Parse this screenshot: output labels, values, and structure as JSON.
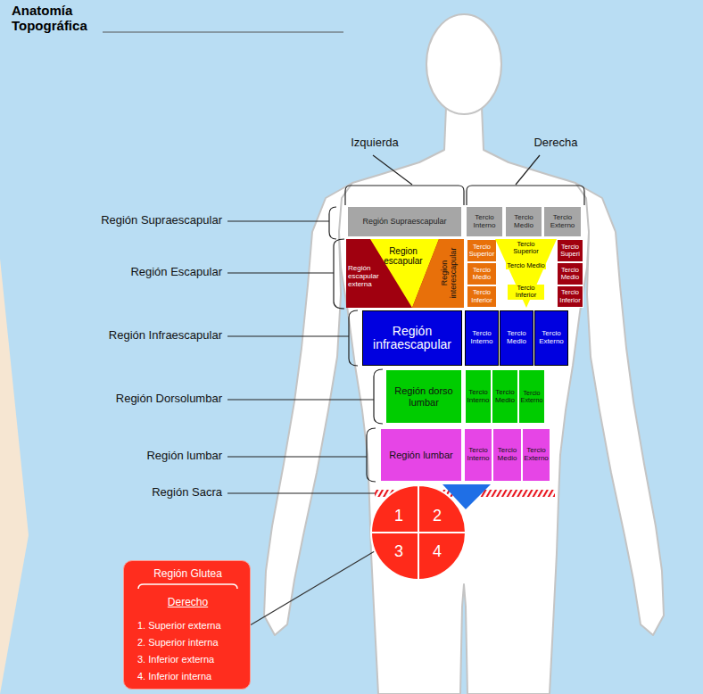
{
  "diagram": {
    "title": "Anatomía Topográfica",
    "nodes": [
      {
        "text": [
          "Región Supraescapular"
        ]
      },
      {
        "text": [
          "Tercio Interno"
        ]
      },
      {
        "text": [
          "Tercio Medio"
        ]
      },
      {
        "text": [
          "Tercio Externo"
        ]
      },
      {
        "text": [
          "Región escapular externa"
        ]
      },
      {
        "text": [
          "Region escapular"
        ],
        "in": 4
      },
      {
        "text": [
          "Region interescapular"
        ],
        "in": 4
      },
      {
        "text": [
          "Tercio Superior"
        ]
      },
      {
        "text": [
          "Tercio Medio"
        ]
      },
      {
        "text": [
          "Tercio Inferior"
        ]
      },
      {
        "text": [
          "Tercio Superior",
          "Tercio Medio",
          "Tercio Inferior"
        ]
      },
      {
        "text": [
          "Tercio Superi"
        ]
      },
      {
        "text": [
          "Tercio Medio"
        ]
      },
      {
        "text": [
          "Tercio Inferior"
        ]
      },
      {
        "text": [
          "Región infraescapular"
        ]
      },
      {
        "text": [
          "Tercio Interno"
        ]
      },
      {
        "text": [
          "Tercio Medio"
        ]
      },
      {
        "text": [
          "Tercio Externo"
        ]
      },
      {
        "text": [
          "Región dorso lumbar"
        ]
      },
      {
        "text": [
          "Tercio Interno"
        ]
      },
      {
        "text": [
          "Tercio Medio"
        ]
      },
      {
        "text": [
          "Tercio Externo"
        ]
      },
      {
        "text": [
          "Región lumbar"
        ]
      },
      {
        "text": [
          "Tercio Interno"
        ]
      },
      {
        "text": [
          "Tercio Medio"
        ]
      },
      {
        "text": [
          "Tercio Externo"
        ]
      },
      {
        "text": [
          "1"
        ]
      },
      {
        "text": [
          "2"
        ]
      },
      {
        "text": [
          "3"
        ]
      },
      {
        "text": [
          "4"
        ]
      },
      {
        "text": [
          "Región Glutea",
          "Derecho",
          "1. Superior externa",
          "2. Superior interna",
          "3. Inferior externa",
          "4. Inferior interna"
        ]
      }
    ],
    "edges": [
      {
        "from": 30,
        "to": 28,
        "arrow": "none"
      }
    ],
    "labels": [
      "Izquierda",
      "Derecha",
      "Región Supraescapular",
      "Región Escapular",
      "Región Infraescapular",
      "Región Dorsolumbar",
      "Región lumbar",
      "Región Sacra"
    ]
  }
}
